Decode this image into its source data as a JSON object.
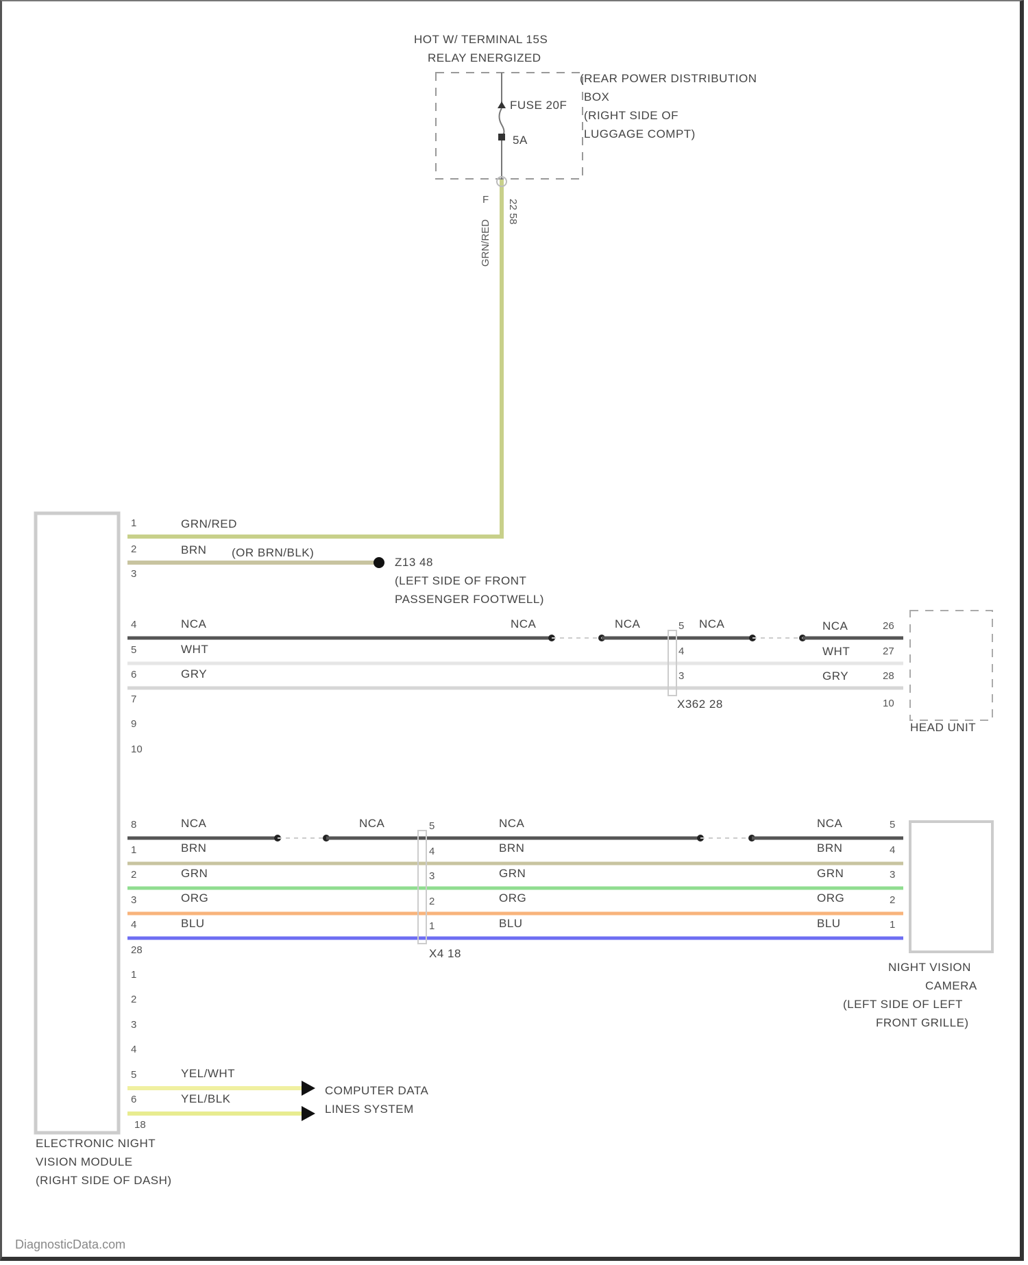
{
  "power_source": {
    "lines": [
      "HOT W/ TERMINAL 15S",
      "RELAY ENERGIZED"
    ]
  },
  "fuse_box": {
    "fuse_label": "FUSE 20F",
    "rating": "5A",
    "location_lines": [
      "(REAR POWER DISTRIBUTION",
      "BOX",
      "(RIGHT SIDE OF",
      "LUGGAGE COMPT)"
    ],
    "pin_top": "F",
    "pin_conn": "22 58",
    "riser_wire_color": "GRN/RED"
  },
  "module": {
    "name_lines": [
      "ELECTRONIC NIGHT",
      "VISION MODULE",
      "(RIGHT SIDE OF DASH)"
    ],
    "connector_a_pins": [
      "1",
      "2",
      "3",
      "4",
      "5",
      "6",
      "7",
      "8",
      "9",
      "10"
    ],
    "connector_b_pins": [
      "8",
      "1",
      "2",
      "3",
      "4",
      "28",
      "1",
      "2",
      "3",
      "4",
      "5",
      "6",
      "18"
    ]
  },
  "power_wires": [
    {
      "pin": "1",
      "color_code": "GRN/RED",
      "color": "#c8d08a"
    },
    {
      "pin": "2",
      "color_code": "BRN",
      "note": "(OR BRN/BLK)",
      "color": "#c8c4a0"
    }
  ],
  "ground": {
    "id": "Z13 48",
    "location_lines": [
      "(LEFT SIDE OF FRONT",
      "PASSENGER FOOTWELL)"
    ]
  },
  "head_unit_wires": [
    {
      "pin_left": "4",
      "color_code": "NCA",
      "mid_labels": [
        "NCA",
        "NCA",
        "NCA"
      ],
      "inline_pin": "5",
      "color_code_right": "NCA",
      "pin_right": "26",
      "color": "#555555"
    },
    {
      "pin_left": "5",
      "color_code": "WHT",
      "inline_pin": "4",
      "color_code_right": "WHT",
      "pin_right": "27",
      "color": "#e6e6e6"
    },
    {
      "pin_left": "6",
      "color_code": "GRY",
      "inline_pin": "3",
      "color_code_right": "GRY",
      "pin_right": "28",
      "color": "#d0d0d0"
    }
  ],
  "head_unit": {
    "connector_label": "X362 28",
    "extra_pin": "10",
    "name": "HEAD UNIT"
  },
  "camera_wires": [
    {
      "pin_left": "8",
      "color_code": "NCA",
      "mid_labels": [
        "NCA",
        "NCA"
      ],
      "inline_pin": "5",
      "color_code_right": "NCA",
      "pin_right": "5",
      "color": "#555555"
    },
    {
      "pin_left": "1",
      "color_code": "BRN",
      "inline_pin": "4",
      "color_code_right": "BRN",
      "pin_right": "4",
      "color": "#c8c4a0"
    },
    {
      "pin_left": "2",
      "color_code": "GRN",
      "inline_pin": "3",
      "color_code_right": "GRN",
      "pin_right": "3",
      "color": "#90dd90"
    },
    {
      "pin_left": "3",
      "color_code": "ORG",
      "inline_pin": "2",
      "color_code_right": "ORG",
      "pin_right": "2",
      "color": "#f8b47c"
    },
    {
      "pin_left": "4",
      "color_code": "BLU",
      "inline_pin": "1",
      "color_code_right": "BLU",
      "pin_right": "1",
      "color": "#6e6ef2"
    }
  ],
  "camera": {
    "connector_label": "X4 18",
    "name_lines": [
      "NIGHT VISION",
      "CAMERA",
      "(LEFT SIDE OF LEFT",
      "FRONT GRILLE)"
    ]
  },
  "data_wires": [
    {
      "pin": "5",
      "color_code": "YEL/WHT",
      "color": "#f0f0a0"
    },
    {
      "pin": "6",
      "color_code": "YEL/BLK",
      "color": "#e8ec90"
    }
  ],
  "data_bus": {
    "lines": [
      "COMPUTER DATA",
      "LINES SYSTEM"
    ]
  },
  "watermark": "DiagnosticData.com"
}
